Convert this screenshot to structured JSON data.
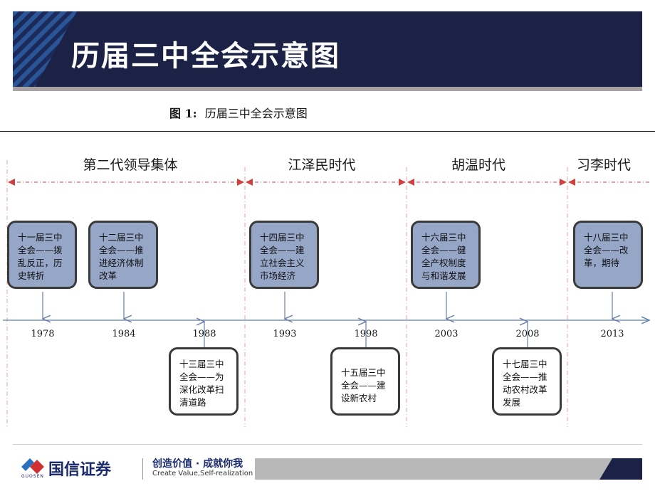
{
  "slide": {
    "title": "历届三中全会示意图",
    "figure_caption_prefix": "图 1:",
    "figure_caption_text": "历届三中全会示意图"
  },
  "eras": [
    {
      "label": "第二代领导集体"
    },
    {
      "label": "江泽民时代"
    },
    {
      "label": "胡温时代"
    },
    {
      "label": "习李时代"
    }
  ],
  "events": [
    {
      "year": "1978",
      "text": "十一届三中全会——拨乱反正，历史转折",
      "highlight": true
    },
    {
      "year": "1984",
      "text": "十二届三中全会——推进经济体制改革",
      "highlight": true
    },
    {
      "year": "1988",
      "text": "十三届三中全会——为深化改革扫清道路",
      "highlight": false
    },
    {
      "year": "1993",
      "text": "十四届三中全会——建立社会主义市场经济",
      "highlight": true
    },
    {
      "year": "1998",
      "text": "十五届三中全会——建设新农村",
      "highlight": false
    },
    {
      "year": "2003",
      "text": "十六届三中全会——健全产权制度与和谐发展",
      "highlight": true
    },
    {
      "year": "2008",
      "text": "十七届三中全会——推动农村改革发展",
      "highlight": false
    },
    {
      "year": "2013",
      "text": "十八届三中全会——改革，期待",
      "highlight": true
    }
  ],
  "footer": {
    "logo_sub": "GUOSEN",
    "company": "国信证券",
    "slogan": "创造价值 · 成就你我",
    "slogan_en": "Create Value,Self-realization"
  },
  "colors": {
    "banner": "#1b2246",
    "highlight_box": "#95a6c7",
    "era_divider": "#e8a0a0",
    "era_arrow": "#d04040",
    "axis": "#5b7fb5"
  }
}
